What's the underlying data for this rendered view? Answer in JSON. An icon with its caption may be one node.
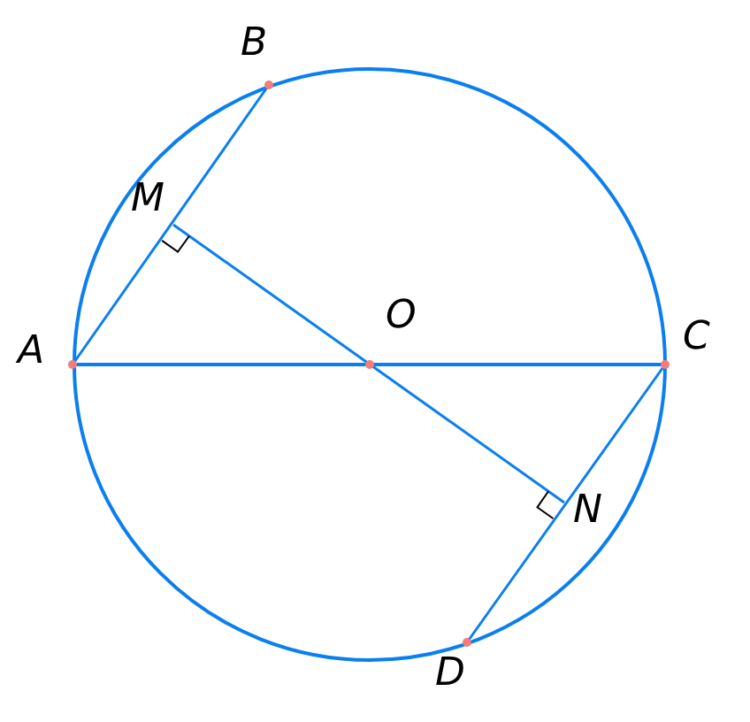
{
  "diagram": {
    "labels": [
      "B",
      "M",
      "O",
      "A",
      "C",
      "N",
      "D"
    ]
  }
}
